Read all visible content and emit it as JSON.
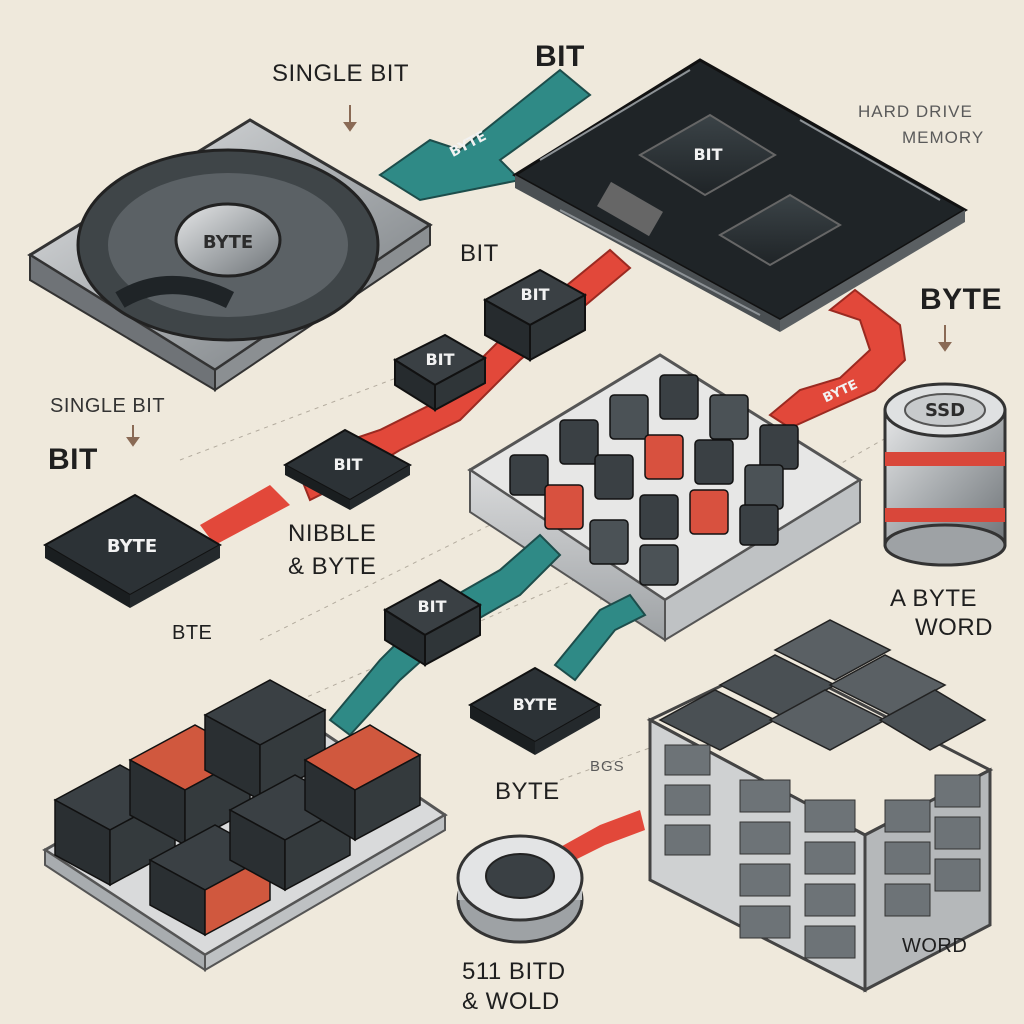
{
  "labels": {
    "single_bit_top": "SINGLE BIT",
    "bit_top": "BIT",
    "hard_drive": "HARD DRIVE",
    "memory": "MEMORY",
    "bit_mid": "BIT",
    "byte_right": "BYTE",
    "single_bit_left": "SINGLE BIT",
    "bit_left": "BIT",
    "nibble": "NIBBLE",
    "and_byte": "& BYTE",
    "bte": "BTE",
    "a_byte": "A BYTE",
    "word_right": "WORD",
    "byte_bottom": "BYTE",
    "bgs": "BGS",
    "bits_line1": "511 BITD",
    "bits_line2": "& WOLD",
    "word_bottom": "WORD"
  },
  "chips": {
    "hdd_platter": "BYTE",
    "arrow_top": "BYTE",
    "cpu": "BIT",
    "chip1": "BIT",
    "chip2": "BIT",
    "chip3": "BIT",
    "chip_left": "BYTE",
    "chip_mid": "BIT",
    "chip_bottom": "BYTE",
    "ssd": "SSD",
    "arrow_red": "BYTE"
  },
  "colors": {
    "background": "#efe9dc",
    "teal": "#2f8a86",
    "red": "#e2483a",
    "chip": "#2c3236",
    "metal": "#b9bcbe"
  }
}
